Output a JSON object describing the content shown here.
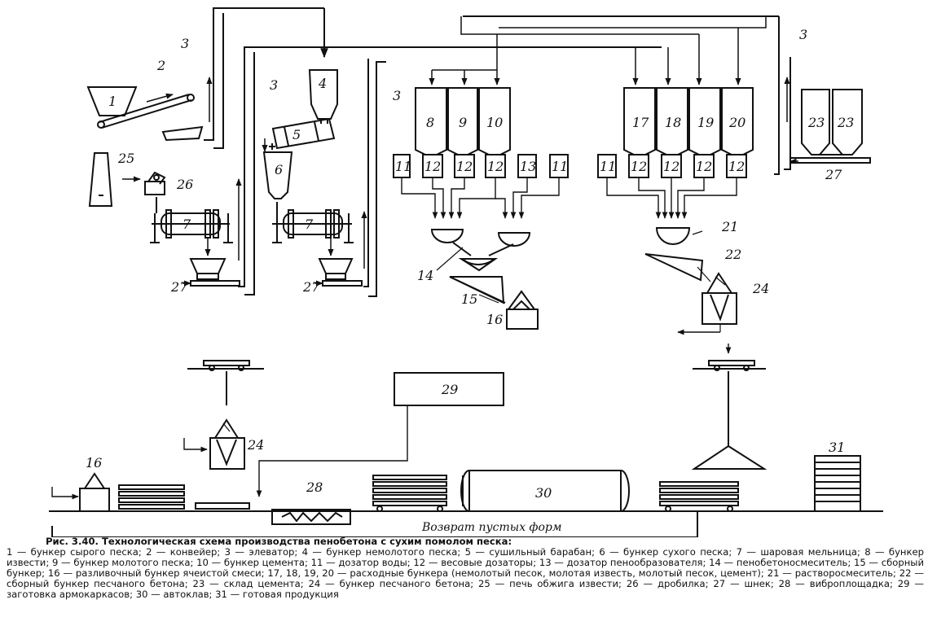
{
  "diagram": {
    "labels": {
      "n1": "1",
      "n2": "2",
      "n3": "3",
      "n4": "4",
      "n5": "5",
      "n6": "6",
      "n7": "7",
      "n8": "8",
      "n9": "9",
      "n10": "10",
      "n11": "11",
      "n12": "12",
      "n13": "13",
      "n14": "14",
      "n15": "15",
      "n16": "16",
      "n17": "17",
      "n18": "18",
      "n19": "19",
      "n20": "20",
      "n21": "21",
      "n22": "22",
      "n23": "23",
      "n24": "24",
      "n25": "25",
      "n26": "26",
      "n27": "27",
      "n28": "28",
      "n29": "29",
      "n30": "30",
      "n31": "31"
    },
    "return_label": "Возврат пустых форм"
  },
  "caption": {
    "title": "Рис. 3.40. Технологическая схема производства пенобетона с сухим помолом песка:",
    "legend": "1 — бункер сырого песка; 2 — конвейер; 3 — элеватор; 4 — бункер немолотого песка; 5 — сушильный барабан; 6 — бункер сухого песка; 7 — шаровая мельница; 8 — бункер извести; 9 — бункер молотого песка; 10 — бункер цемента; 11 — дозатор воды; 12 — весовые дозаторы; 13 — дозатор пенообразователя; 14 — пенобетоносмеситель; 15 — сборный бункер; 16 — разливочный бункер ячеистой смеси; 17, 18, 19, 20 — расходные бункера (немолотый песок, молотая известь, молотый песок, цемент); 21 — растворосмеситель; 22 — сборный бункер песчаного бетона; 23 — склад цемента; 24 — бункер песчаного бетона; 25 — печь обжига извести; 26 — дробилка; 27 — шнек; 28 — виброплощадка; 29 — заготовка армокаркасов; 30 — автоклав; 31 — готовая продукция"
  }
}
